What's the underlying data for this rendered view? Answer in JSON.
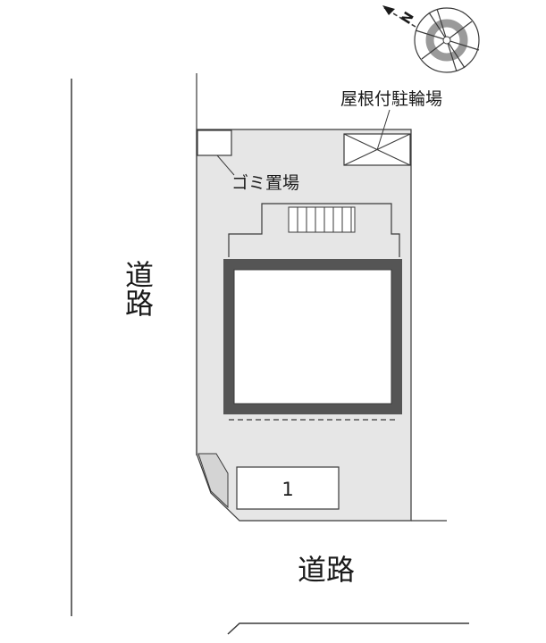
{
  "labels": {
    "north_marker": "N",
    "roofed_bicycle_parking": "屋根付駐輪場",
    "garbage_area": "ゴミ置場",
    "road_left": "道路",
    "road_bottom": "道路",
    "parking_space": "1"
  },
  "icons": {
    "compass": "compass-rose-icon"
  },
  "colors": {
    "lot_fill": "#e6e6e6",
    "line": "#3a3a3a",
    "building_wall": "#555555",
    "building_fill": "#ffffff",
    "background": "#ffffff"
  }
}
